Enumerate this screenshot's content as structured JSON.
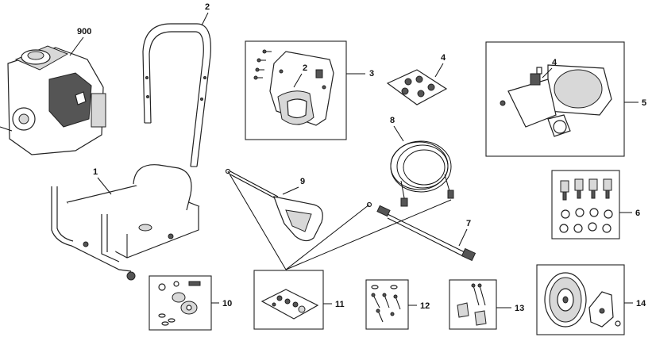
{
  "callouts": {
    "c900": "900",
    "c2_handle": "2",
    "c3": "3",
    "c2_bracket": "2",
    "c4_bag": "4",
    "c4_pump": "4",
    "c5": "5",
    "c1": "1",
    "c9": "9",
    "c8": "8",
    "c6": "6",
    "c7": "7",
    "c10": "10",
    "c11": "11",
    "c12": "12",
    "c13": "13",
    "c14": "14"
  }
}
